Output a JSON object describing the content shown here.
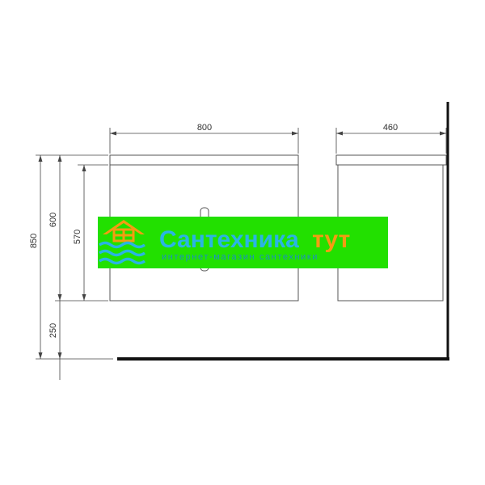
{
  "dimensions": {
    "front_width": "800",
    "side_depth": "460",
    "total_height": "850",
    "cabinet_height": "600",
    "door_height": "570",
    "floor_gap": "250"
  },
  "watermark": {
    "brand_main": "Сантехника",
    "brand_accent": "тут",
    "subtitle": "интернет-магазин сантехники",
    "logo_icon": "house-waves-icon"
  },
  "colors": {
    "watermark_bg": "#22e000",
    "brand_main": "#2ab4e4",
    "brand_accent": "#f39c12",
    "line": "#444444",
    "wall": "#111111"
  }
}
